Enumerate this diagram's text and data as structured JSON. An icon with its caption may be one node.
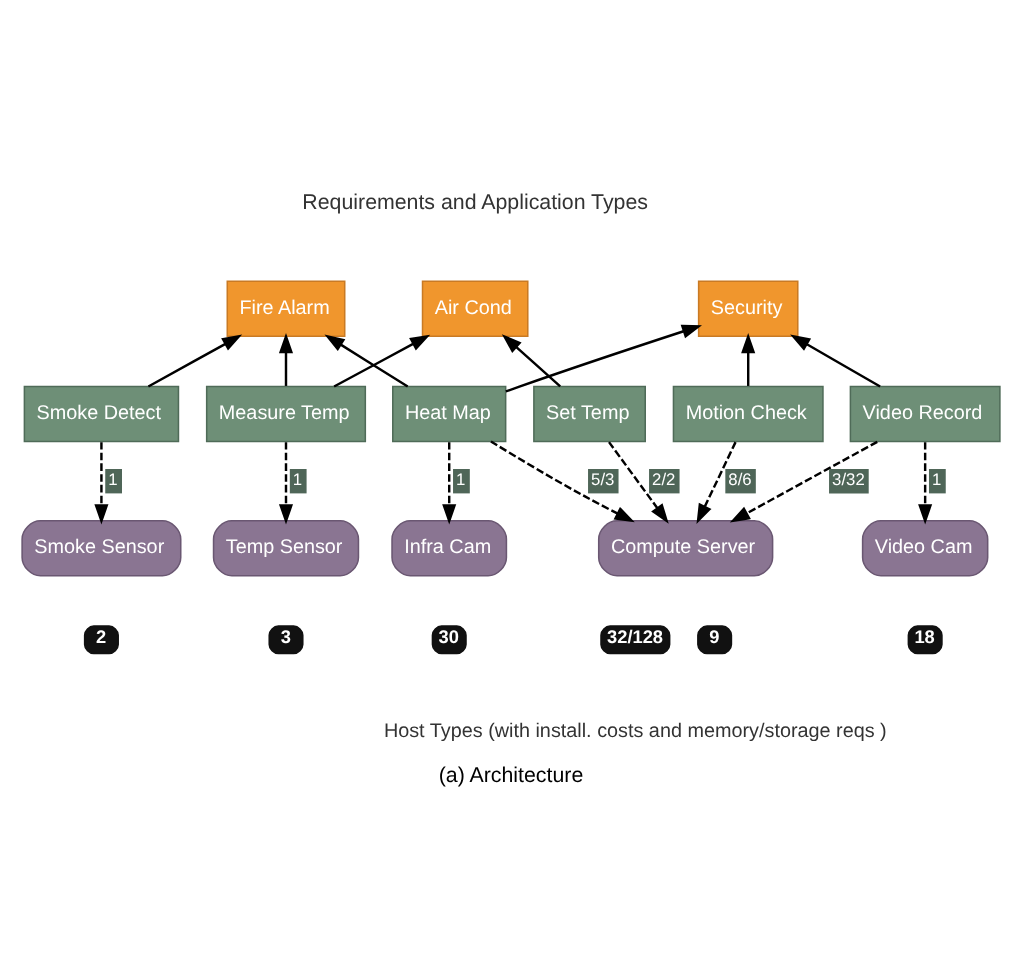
{
  "diagram": {
    "title": "Requirements and Application Types",
    "caption": "(a) Architecture",
    "nodes": [
      {
        "text": [
          "Fire Alarm"
        ]
      },
      {
        "text": [
          "Air Cond"
        ]
      },
      {
        "text": [
          "Security"
        ]
      },
      {
        "text": [
          "Measure Temp"
        ]
      },
      {
        "text": [
          "Motion Check"
        ]
      },
      {
        "text": [
          "Smoke Detect"
        ]
      },
      {
        "text": [
          "Set Temp"
        ]
      },
      {
        "text": [
          "Video Record"
        ]
      },
      {
        "text": [
          "Heat Map"
        ]
      },
      {
        "text": [
          "Smoke Sensor"
        ],
        "beside": [
          "2"
        ]
      },
      {
        "text": [
          "Temp Sensor"
        ],
        "beside": [
          "3"
        ]
      },
      {
        "text": [
          "Infra Cam"
        ],
        "beside": [
          "30"
        ]
      },
      {
        "text": [
          "Compute Server"
        ],
        "beside": [
          "32/128",
          "9"
        ]
      },
      {
        "text": [
          "Video Cam"
        ],
        "beside": [
          "18"
        ]
      }
    ],
    "edges": [
      {
        "from": 5,
        "to": 0,
        "arrow": "to"
      },
      {
        "from": 3,
        "to": 0,
        "arrow": "to"
      },
      {
        "from": 3,
        "to": 1,
        "arrow": "to"
      },
      {
        "from": 6,
        "to": 1,
        "arrow": "to"
      },
      {
        "from": 4,
        "to": 2,
        "arrow": "to"
      },
      {
        "from": 7,
        "to": 2,
        "arrow": "to"
      },
      {
        "from": 8,
        "to": 0,
        "arrow": "to"
      },
      {
        "from": 8,
        "to": 2,
        "arrow": "to"
      },
      {
        "from": 5,
        "to": 9,
        "arrow": "to",
        "style": "dashed",
        "label": "1"
      },
      {
        "from": 3,
        "to": 10,
        "arrow": "to",
        "style": "dashed",
        "label": "1"
      },
      {
        "from": 8,
        "to": 11,
        "arrow": "to",
        "style": "dashed",
        "label": "1"
      },
      {
        "from": 4,
        "to": 12,
        "arrow": "to",
        "style": "dashed",
        "label": "8/6"
      },
      {
        "from": 6,
        "to": 12,
        "arrow": "to",
        "style": "dashed",
        "label": "2/2"
      },
      {
        "from": 8,
        "to": 12,
        "arrow": "to",
        "style": "dashed",
        "label": "5/3"
      },
      {
        "from": 7,
        "to": 12,
        "arrow": "to",
        "style": "dashed",
        "label": "3/32"
      },
      {
        "from": 7,
        "to": 13,
        "arrow": "to",
        "style": "dashed",
        "label": "1"
      }
    ],
    "labels": [
      "Host Types (with install. costs and memory/storage reqs )"
    ]
  }
}
